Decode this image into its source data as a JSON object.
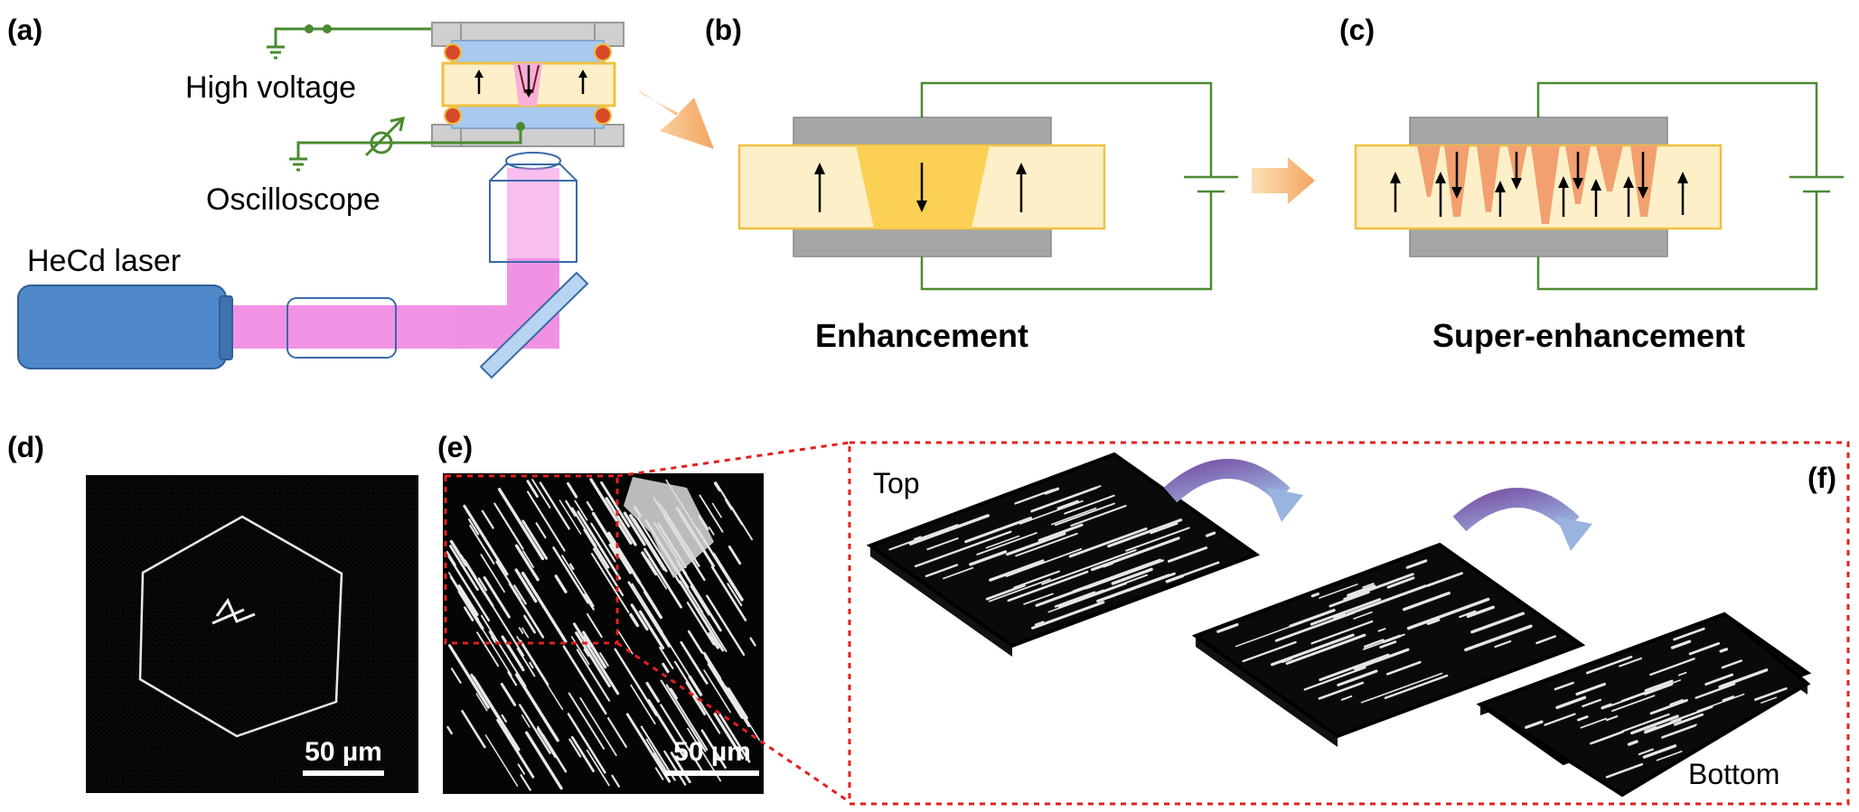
{
  "panels": {
    "a": {
      "label": "(a)",
      "high_voltage": "High voltage",
      "oscilloscope": "Oscilloscope",
      "laser": "HeCd laser"
    },
    "b": {
      "label": "(b)",
      "caption": "Enhancement"
    },
    "c": {
      "label": "(c)",
      "caption": "Super-enhancement"
    },
    "d": {
      "label": "(d)",
      "scale": "50 µm"
    },
    "e": {
      "label": "(e)",
      "scale": "50 µm"
    },
    "f": {
      "label": "(f)",
      "top": "Top",
      "bottom": "Bottom"
    }
  },
  "colors": {
    "crystal": "#fdf0c8",
    "crystal_border": "#f0c040",
    "domain_b": "#fbd055",
    "domain_c": "#f2a070",
    "electrode": "#a6a6a6",
    "wire": "#4a8a30",
    "laser_body": "#4e88c9",
    "beam": "#ee7fe0",
    "arrow": "#f4a460",
    "red_dash": "#e02020",
    "purple_arrow": "#7b55a8",
    "blue_arrow": "#8aa8d8"
  }
}
